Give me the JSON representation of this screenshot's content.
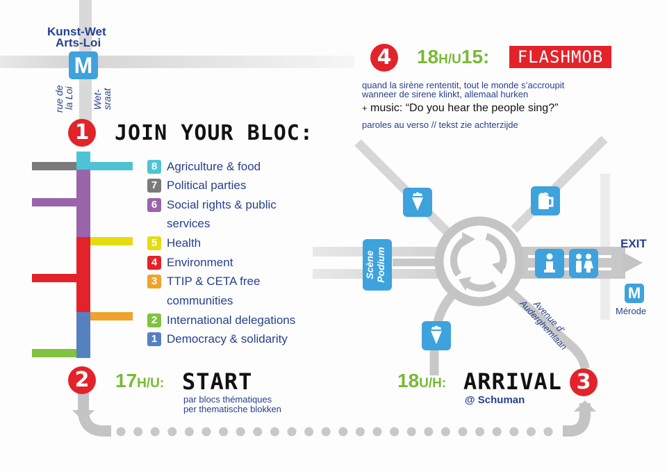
{
  "metro_top": {
    "name_nl": "Kunst-Wet",
    "name_fr": "Arts-Loi",
    "icon_letter": "M"
  },
  "street_left_fr": [
    "rue de",
    "la Loi"
  ],
  "street_left_nl": [
    "Wet-",
    "sraat"
  ],
  "step1": {
    "number": "1",
    "title": "JOIN YOUR BLOC:"
  },
  "blocs": [
    {
      "number": "8",
      "label": "Agriculture & food",
      "color": "#4fc3d6"
    },
    {
      "number": "7",
      "label": "Political parties",
      "color": "#7a7a7a"
    },
    {
      "number": "6",
      "label": "Social rights & public",
      "label_cont": "services",
      "color": "#9a64ab"
    },
    {
      "number": "5",
      "label": "Health",
      "color": "#e5dc10"
    },
    {
      "number": "4",
      "label": "Environment",
      "color": "#e3222a"
    },
    {
      "number": "3",
      "label": "TTIP & CETA free",
      "label_cont": "communities",
      "color": "#f0a22a"
    },
    {
      "number": "2",
      "label": "International delegations",
      "color": "#80c241"
    },
    {
      "number": "1",
      "label": "Democracy & solidarity",
      "color": "#5581c1"
    }
  ],
  "step2": {
    "number": "2",
    "time": "17",
    "time_unit": "H/U:",
    "title": "START",
    "sub_fr": "par blocs thématiques",
    "sub_nl": "per thematische blokken"
  },
  "step3": {
    "number": "3",
    "time": "18",
    "time_unit": "U/H:",
    "title": "ARRIVAL",
    "sub": "@ Schuman"
  },
  "step4": {
    "number": "4",
    "time": "18",
    "time_unit": "H/U",
    "time_min": "15:",
    "title": "FLASHMOB",
    "line_fr": "quand la sirène rententit, tout le monde s’accroupit",
    "line_nl": "wanneer de sirene klinkt, allemaal hurken",
    "music_prefix": "+",
    "music": "music: “Do you hear the people sing?”",
    "lyrics": "paroles au verso // tekst zie achterzijde"
  },
  "stage": {
    "fr": "Scène",
    "nl": "Podium"
  },
  "exit_label": "EXIT",
  "metro_right": {
    "name": "Mérode",
    "icon_letter": "M"
  },
  "avenue": {
    "line1": "Avenue d'",
    "line2": "Auderghemlaan"
  },
  "icons": {
    "food": "ice-cream-icon",
    "drinks": "beer-mug-icon",
    "info": "info-icon",
    "toilets": "toilets-icon",
    "roundabout": "roundabout-arrows-icon"
  },
  "colors": {
    "accent_red": "#e3222a",
    "accent_green": "#7ab935",
    "navy": "#27408f",
    "blue": "#3ea2dd",
    "road": "#c4c4c4"
  }
}
